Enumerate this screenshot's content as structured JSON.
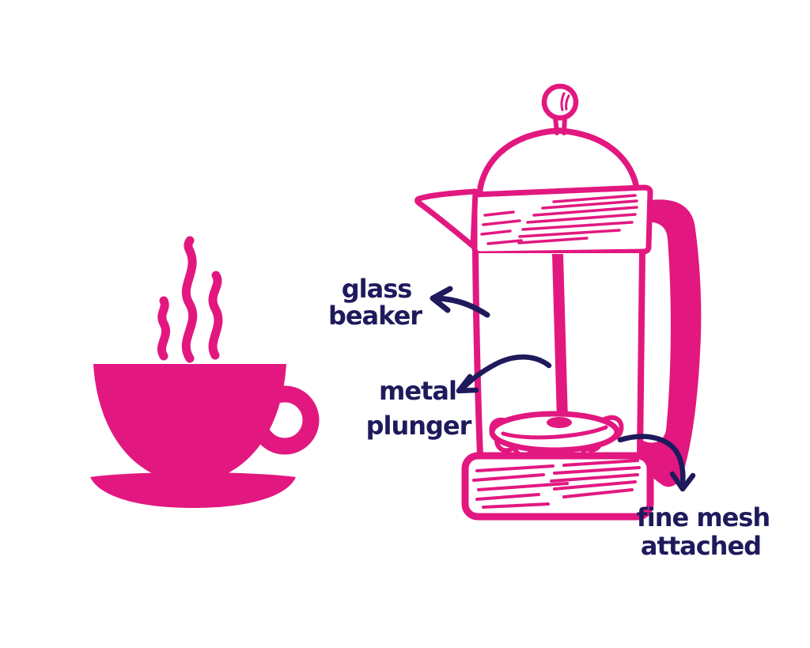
{
  "colors": {
    "pink": "#E21880",
    "navy": "#1E1A5C",
    "background": "#FFFFFF"
  },
  "labels": {
    "glass_beaker": {
      "line1": "glass",
      "line2": "beaker"
    },
    "metal_plunger": {
      "line1": "metal",
      "line2": "plunger"
    },
    "fine_mesh": {
      "line1": "fine mesh",
      "line2": "attached"
    }
  }
}
